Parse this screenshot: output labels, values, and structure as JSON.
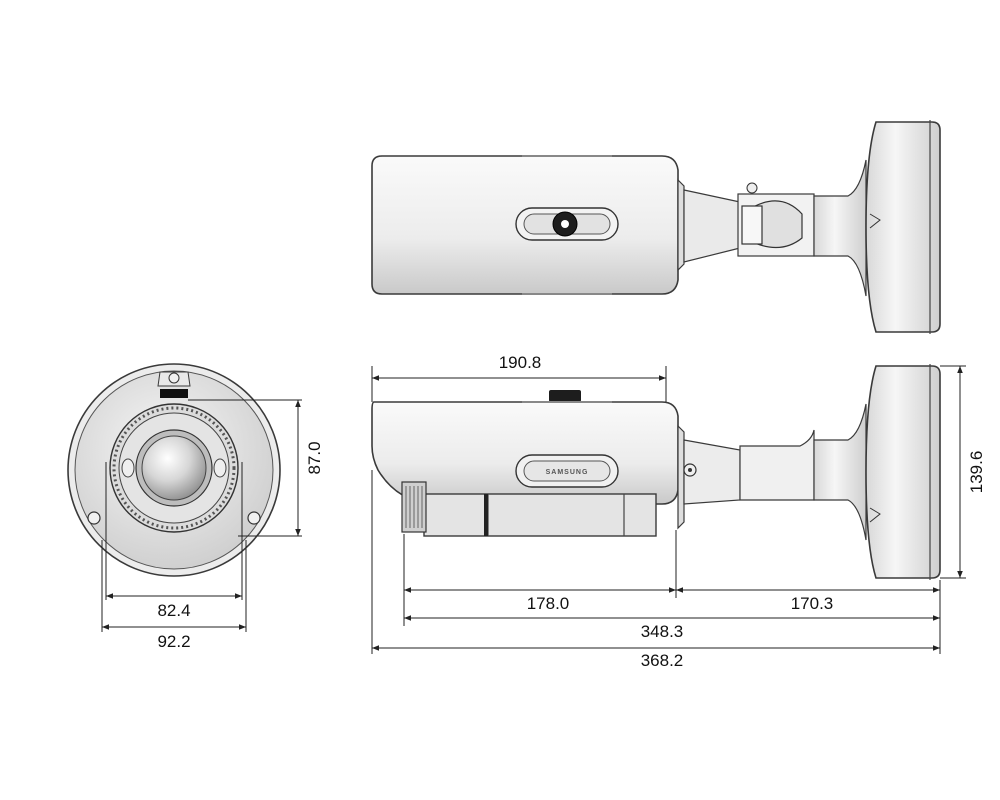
{
  "dimensions": {
    "front_inner_width": "82.4",
    "front_outer_width": "92.2",
    "front_height": "87.0",
    "side_housing_length": "190.8",
    "side_camera_length": "178.0",
    "side_mount_length": "170.3",
    "side_length_no_hood": "348.3",
    "side_total_length": "368.2",
    "side_mount_height": "139.6"
  },
  "logo": {
    "text": "SAMSUNG"
  },
  "colors": {
    "body_fill": "#f4f4f4",
    "shadow_fill": "#c8c8c8",
    "line": "#3a3a3a",
    "dim_line": "#222222"
  }
}
